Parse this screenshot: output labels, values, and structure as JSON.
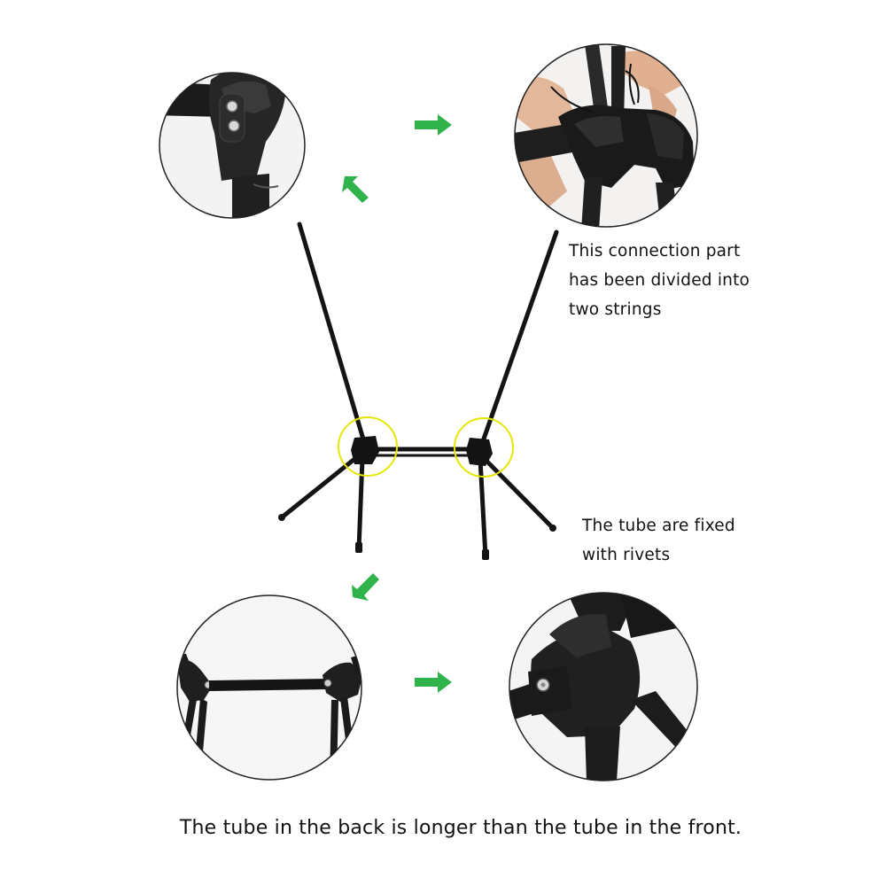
{
  "annotations": {
    "connection_part": [
      "This connection part",
      "has been divided into",
      "two strings"
    ],
    "tube_fixed": [
      "The tube are fixed",
      "with rivets"
    ],
    "bottom": "The tube in the back is longer than the tube in the front."
  },
  "colors": {
    "arrow": "#2fb34a",
    "highlight_ring": "#e6e600",
    "frame": "#141414",
    "circle_outline": "#222222"
  }
}
